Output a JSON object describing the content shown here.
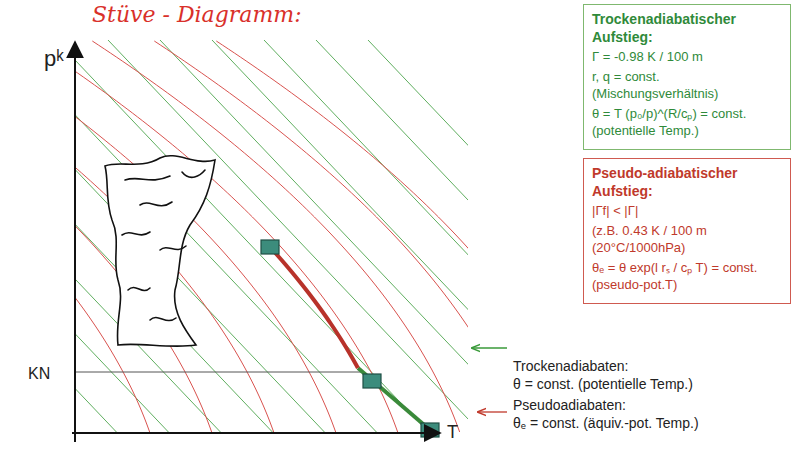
{
  "diagram": {
    "title": "Stüve - Diagramm:",
    "nodes": [
      {
        "text": [
          "Trockenadiabatischer Aufstieg:",
          "Γ = -0.98 K / 100 m",
          "r, q = const. (Mischungsverhältnis)",
          "θ = T (p₀/p)^(R/cₚ) = const. (potentielle Temp.)"
        ]
      },
      {
        "text": [
          "Pseudo-adiabatischer Aufstieg:",
          "|Γf| < |Γ|",
          "(z.B. 0.43 K / 100 m (20°C/1000hPa)",
          "θₑ = θ exp(l rₛ / cₚ T) = const. (pseudo-pot.T)"
        ]
      }
    ],
    "labels": [
      "pᵏ",
      "KN",
      "T",
      "Trockenadiabaten:",
      "θ = const. (potentielle Temp.)",
      "Pseudoadiabaten:",
      "θₑ = const. (äquiv.-pot. Temp.)"
    ]
  }
}
